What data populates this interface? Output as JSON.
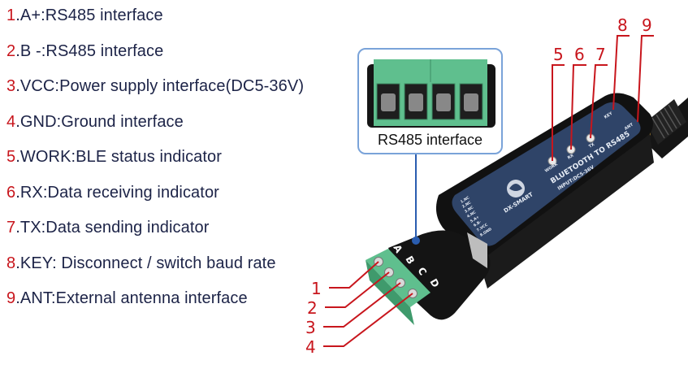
{
  "legend": {
    "items": [
      {
        "num": "1",
        "text": ".A+:RS485 interface"
      },
      {
        "num": "2",
        "text": ".B -:RS485 interface"
      },
      {
        "num": "3",
        "text": ".VCC:Power supply interface(DC5-36V)"
      },
      {
        "num": "4",
        "text": ".GND:Ground interface"
      },
      {
        "num": "5",
        "text": ".WORK:BLE status indicator"
      },
      {
        "num": "6",
        "text": ".RX:Data receiving indicator"
      },
      {
        "num": "7",
        "text": ".TX:Data sending indicator"
      },
      {
        "num": "8",
        "text": ".KEY: Disconnect / switch baud rate"
      },
      {
        "num": "9",
        "text": ".ANT:External antenna interface"
      }
    ]
  },
  "callout": {
    "label": "RS485 interface"
  },
  "terminal_letters": [
    "A",
    "B",
    "C",
    "D"
  ],
  "pin_callouts": [
    "1",
    "2",
    "3",
    "4"
  ],
  "top_callouts": [
    "5",
    "6",
    "7",
    "8",
    "9"
  ],
  "device": {
    "brand": "DX-SMART",
    "title": "BLUETOOTH TO RS485",
    "input": "INPUT:DC5-36V",
    "led_labels": [
      "WORK",
      "RX",
      "TX"
    ],
    "key_label": "KEY",
    "ant_label": "ANT",
    "pin_list": [
      "1.NC",
      "2.NC",
      "3.NC",
      "4.NC",
      "5.A+",
      "6.B-",
      "7.VCC",
      "8.GND"
    ]
  },
  "colors": {
    "accent_red": "#c8161d",
    "text_navy": "#1c2347",
    "callout_border": "#7aa3d9",
    "terminal_green": "#5fbf8e",
    "device_panel": "#2f4468"
  }
}
